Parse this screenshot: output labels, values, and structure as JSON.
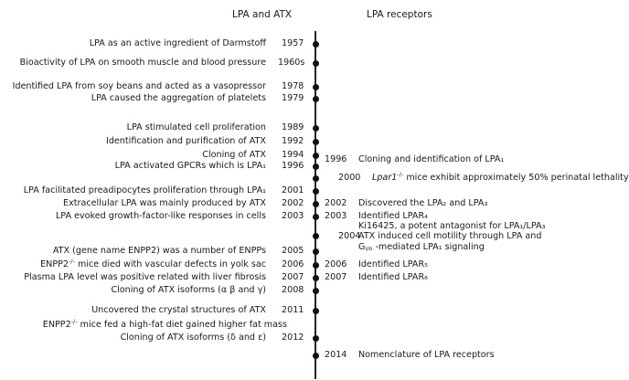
{
  "headers": {
    "left": "LPA and ATX",
    "right": "LPA receptors"
  },
  "left_events": [
    {
      "year": "1957",
      "text": "LPA as an active ingredient of Darmstoff"
    },
    {
      "year": "1960s",
      "text": "Bioactivity of LPA on smooth muscle and blood pressure"
    },
    {
      "year": "1978",
      "text": "Identified LPA from soy beans and acted as a vasopressor"
    },
    {
      "year": "1979",
      "text": "LPA caused the aggregation of platelets"
    },
    {
      "year": "1989",
      "text": "LPA stimulated cell proliferation"
    },
    {
      "year": "1992",
      "text": "Identification and purification of ATX"
    },
    {
      "year": "1994",
      "text": "Cloning of ATX"
    },
    {
      "year": "1996",
      "text": "LPA activated GPCRs which is LPA₁"
    },
    {
      "year": "2001",
      "text": "LPA facilitated preadipocytes proliferation through LPA₁"
    },
    {
      "year": "2002",
      "text": "Extracellular LPA was mainly produced by ATX"
    },
    {
      "year": "2003",
      "text": "LPA evoked growth-factor-like responses in cells"
    },
    {
      "year": "2005",
      "text": "ATX (gene name ENPP2) was a number of ENPPs"
    },
    {
      "year": "2006",
      "text_pre": "ENPP2",
      "text_sup": "-/-",
      "text_post": " mice died with vascular defects in yolk sac"
    },
    {
      "year": "2007",
      "text": "Plasma LPA level was positive related with liver fibrosis"
    },
    {
      "year": "2008",
      "text": "Cloning of ATX isoforms (α β and γ)"
    },
    {
      "year": "2011",
      "text": "Uncovered the crystal structures of ATX"
    },
    {
      "year": "",
      "text_pre": "ENPP2",
      "text_sup": "-/-",
      "text_post": " mice fed a high-fat diet gained higher fat mass"
    },
    {
      "year": "2012",
      "text": "Cloning of ATX isoforms (δ and ε)"
    }
  ],
  "right_events": [
    {
      "year": "1996",
      "text": "Cloning and identification of LPA₁"
    },
    {
      "year": "2000",
      "italic": "Lpar1",
      "sup": "-/-",
      "text": " mice exhibit approximately 50% perinatal lethality"
    },
    {
      "year": "2002",
      "text": "Discovered the LPA₂ and LPA₃"
    },
    {
      "year": "2003",
      "text": "Identified LPAR₄",
      "text2": "Ki16425, a potent antagonist for LPA₁/LPA₃"
    },
    {
      "year": "2004",
      "text": "ATX induced cell motility through LPA and",
      "text2_pre": "G",
      "text2_sub": "i/o",
      "text2_post": " -mediated LPA₁ signaling"
    },
    {
      "year": "2006",
      "text": "Identified LPAR₅"
    },
    {
      "year": "2007",
      "text": "Identified LPAR₆"
    },
    {
      "year": "2014",
      "text": "Nomenclature of LPA receptors"
    }
  ]
}
